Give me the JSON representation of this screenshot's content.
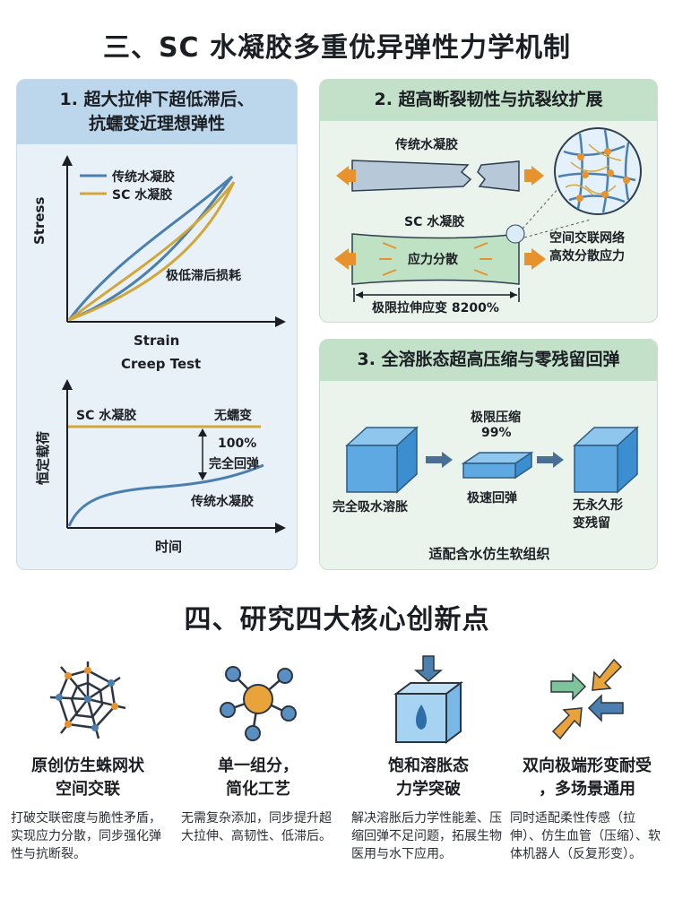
{
  "section3": {
    "title": "三、SC 水凝胶多重优异弹性力学机制"
  },
  "panel1": {
    "heading_line1": "1. 超大拉伸下超低滞后、",
    "heading_line2": "抗蠕变近理想弹性",
    "stress_chart": {
      "ylabel": "Stress",
      "xlabel": "Strain",
      "legend": [
        "传统水凝胶",
        "SC 水凝胶"
      ],
      "annotation": "极低滞后损耗",
      "colors": {
        "traditional": "#4a7fb0",
        "sc": "#d2a73a"
      }
    },
    "creep_chart": {
      "title": "Creep Test",
      "ylabel": "恒定载荷",
      "xlabel": "时间",
      "sc_label": "SC 水凝胶",
      "no_creep": "无蠕变",
      "recovery_value": "100%",
      "recovery_label": "完全回弹",
      "traditional_label": "传统水凝胶"
    }
  },
  "panel2": {
    "heading": "2. 超高断裂韧性与抗裂纹扩展",
    "traditional_label": "传统水凝胶",
    "sc_label": "SC 水凝胶",
    "stress_disperse": "应力分散",
    "network_line1": "空间交联网络",
    "network_line2": "高效分散应力",
    "strain_label": "极限拉伸应变 8200%"
  },
  "panel3": {
    "heading": "3. 全溶胀态超高压缩与零残留回弹",
    "compress_label": "极限压缩",
    "compress_value": "99%",
    "swell_label": "完全吸水溶胀",
    "rebound_label": "极速回弹",
    "no_deform_line1": "无永久形",
    "no_deform_line2": "变残留",
    "footer": "适配含水仿生软组织"
  },
  "section4": {
    "title": "四、研究四大核心创新点",
    "cards": [
      {
        "icon": "spider-web-icon",
        "title_line1": "原创仿生蛛网状",
        "title_line2": "空间交联",
        "desc": "打破交联密度与脆性矛盾，实现应力分散，同步强化弹性与抗断裂。"
      },
      {
        "icon": "molecule-icon",
        "title_line1": "单一组分，",
        "title_line2": "简化工艺",
        "desc": "无需复杂添加，同步提升超大拉伸、高韧性、低滞后。"
      },
      {
        "icon": "water-cube-icon",
        "title_line1": "饱和溶胀态",
        "title_line2": "力学突破",
        "desc": "解决溶胀后力学性能差、压缩回弹不足问题，拓展生物医用与水下应用。"
      },
      {
        "icon": "bidirectional-arrows-icon",
        "title_line1": "双向极端形变耐受",
        "title_line2": "，多场景通用",
        "desc": "同时适配柔性传感（拉伸）、仿生血管（压缩）、软体机器人（反复形变）。"
      }
    ]
  }
}
